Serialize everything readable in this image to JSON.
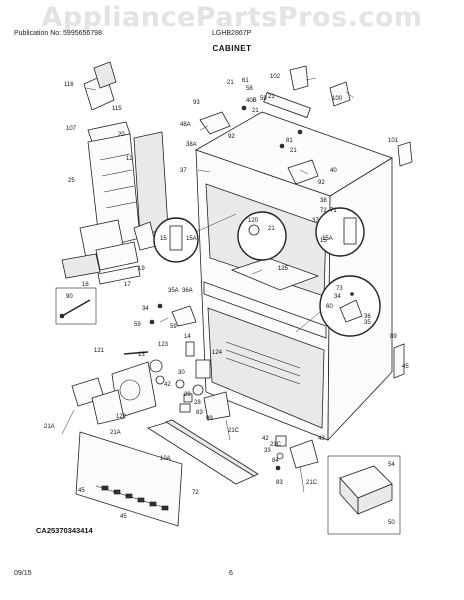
{
  "watermark": "AppliancePartsPros.com",
  "header": {
    "publication": "Publication No: 5995656798",
    "model": "LGHB2867P",
    "section": "CABINET"
  },
  "footer": {
    "date": "09/15",
    "page": "6"
  },
  "diagram_id": "CA25370343414",
  "labels": [
    "116",
    "115",
    "102",
    "100",
    "61",
    "21",
    "58",
    "93",
    "40B",
    "21",
    "59",
    "21",
    "48A",
    "92",
    "38A",
    "107",
    "20",
    "101",
    "12",
    "81",
    "21",
    "37",
    "40",
    "92",
    "38",
    "71",
    "72",
    "25",
    "120",
    "21",
    "15",
    "15A",
    "37",
    "15",
    "15A",
    "125",
    "19",
    "35A",
    "36A",
    "34",
    "59",
    "17",
    "16",
    "90",
    "59",
    "14",
    "73",
    "34",
    "36",
    "35",
    "60",
    "89",
    "121",
    "13",
    "123",
    "124",
    "30",
    "42",
    "29",
    "28",
    "83",
    "99",
    "122",
    "45",
    "21A",
    "21A",
    "10A",
    "72",
    "21C",
    "21C",
    "42",
    "33",
    "84",
    "83",
    "43",
    "21C",
    "54",
    "50",
    "45",
    "45"
  ]
}
